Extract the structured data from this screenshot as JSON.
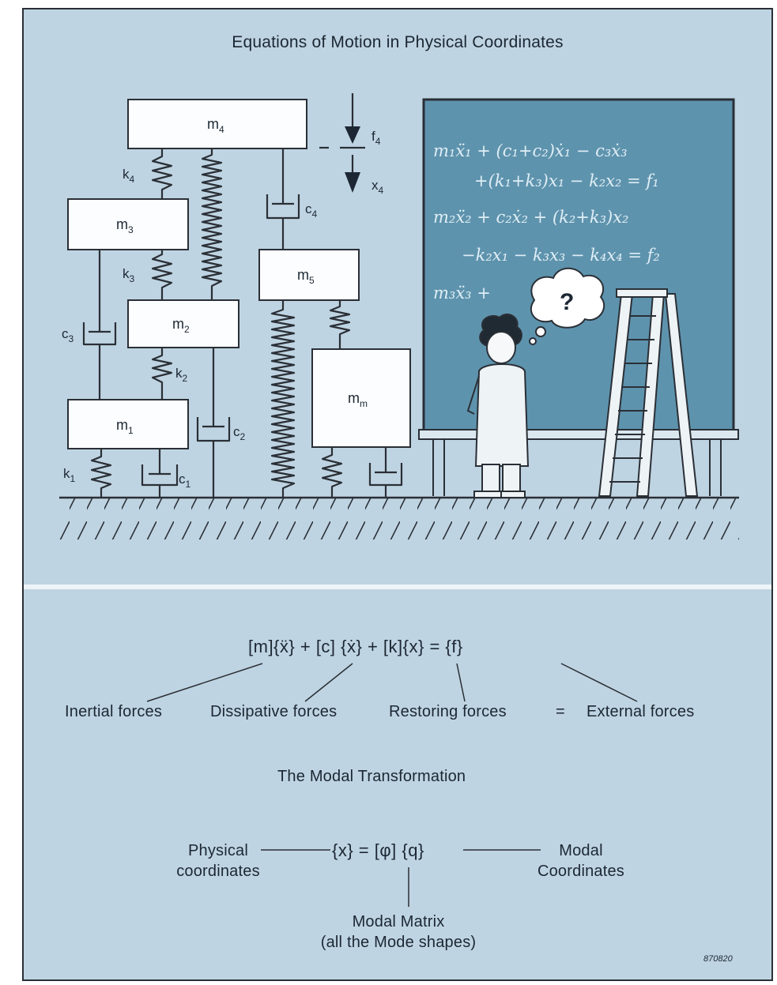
{
  "title": "Equations of Motion in Physical Coordinates",
  "masses": {
    "m1": "m1",
    "m2": "m2",
    "m3": "m3",
    "m4": "m4",
    "m5": "m5",
    "mm": "mm"
  },
  "springs": {
    "k1": "k1",
    "k2": "k2",
    "k3": "k3",
    "k4": "k4"
  },
  "dampers": {
    "c1": "c1",
    "c2": "c2",
    "c3": "c3",
    "c4": "c4"
  },
  "force_labels": {
    "f4": "f4",
    "x4": "x4"
  },
  "blackboard": {
    "line1": "m₁ẍ₁ + (c₁+c₂)ẋ₁ − c₃ẋ₃",
    "line2": "+(k₁+k₃)x₁ − k₂x₂ = f₁",
    "line3": "m₂ẍ₂ + c₂ẋ₂ + (k₂+k₃)x₂",
    "line4": "−k₂x₁ − k₃x₃ − k₄x₄ = f₂",
    "line5": "m₃ẍ₃ +"
  },
  "thought_bubble": "?",
  "equation": "[m]{ẍ} + [c] {ẋ} + [k]{x} = {f}",
  "force_terms": {
    "inertial": "Inertial forces",
    "dissipative": "Dissipative forces",
    "restoring": "Restoring forces",
    "equals": "=",
    "external": "External forces"
  },
  "modal_title": "The Modal Transformation",
  "modal_equation": "{x} = [φ] {q}",
  "modal_terms": {
    "physical_line1": "Physical",
    "physical_line2": "coordinates",
    "modal_line1": "Modal",
    "modal_line2": "Coordinates",
    "matrix_line1": "Modal Matrix",
    "matrix_line2": "(all the Mode shapes)"
  },
  "figure_number": "870820",
  "colors": {
    "panel": "#bfd4e2",
    "blackboard": "#5e93ad",
    "chalk": "#dfeef6",
    "ink": "#1c2733"
  }
}
